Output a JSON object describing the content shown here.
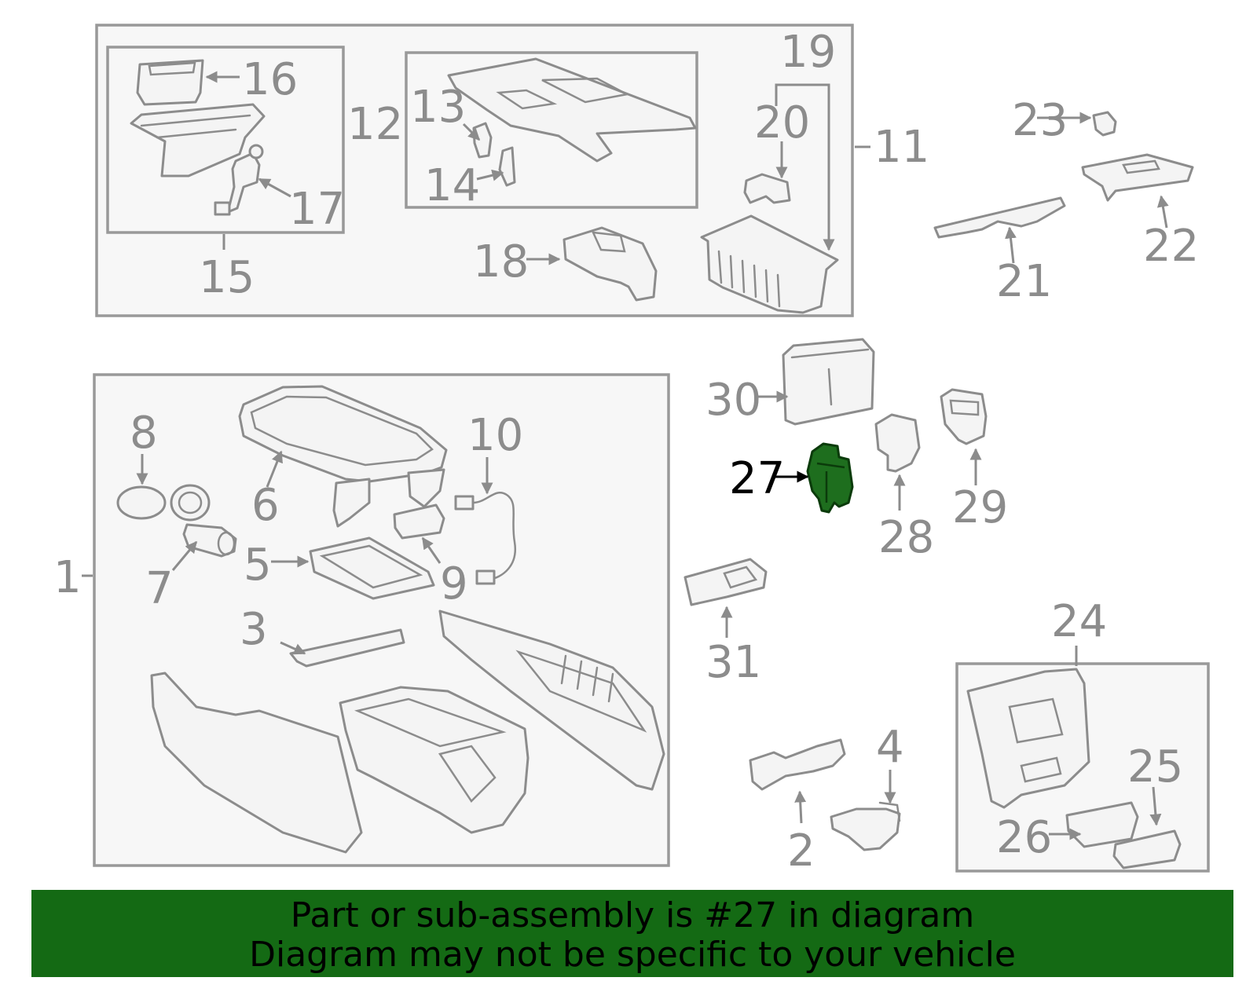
{
  "highlight": {
    "part": "27",
    "color": "#146a14"
  },
  "labels": [
    "1",
    "2",
    "3",
    "4",
    "5",
    "6",
    "7",
    "8",
    "9",
    "10",
    "11",
    "12",
    "13",
    "14",
    "15",
    "16",
    "17",
    "18",
    "19",
    "20",
    "21",
    "22",
    "23",
    "24",
    "25",
    "26",
    "27",
    "28",
    "29",
    "30",
    "31"
  ],
  "banner": {
    "line1": "Part or sub-assembly is #27 in diagram",
    "line2": "Diagram may not be specific to your vehicle"
  }
}
